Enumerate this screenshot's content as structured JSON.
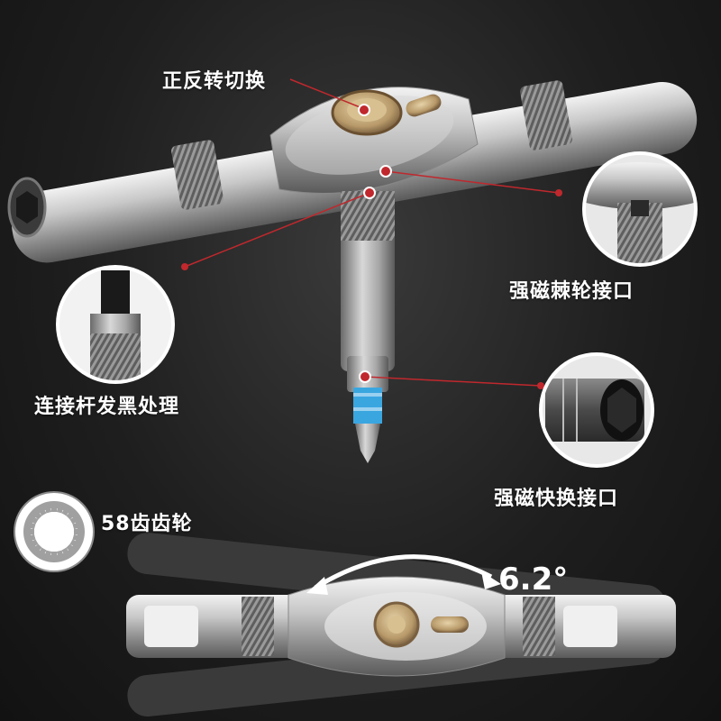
{
  "labels": {
    "switch": "正反转切换",
    "ratchet_interface": "强磁棘轮接口",
    "rod_black": "连接杆发黑处理",
    "quick_interface": "强磁快换接口",
    "gear": "58齿齿轮",
    "angle": "6.2°"
  },
  "colors": {
    "background": "#1e1e1e",
    "metal": "#b8b8b8",
    "accent_red": "#c0282d",
    "bit_blue": "#3aa6e0",
    "brass": "#b89a6a"
  },
  "icons": {
    "gear": "gear-ring-icon",
    "arrow": "double-arrow-icon"
  }
}
